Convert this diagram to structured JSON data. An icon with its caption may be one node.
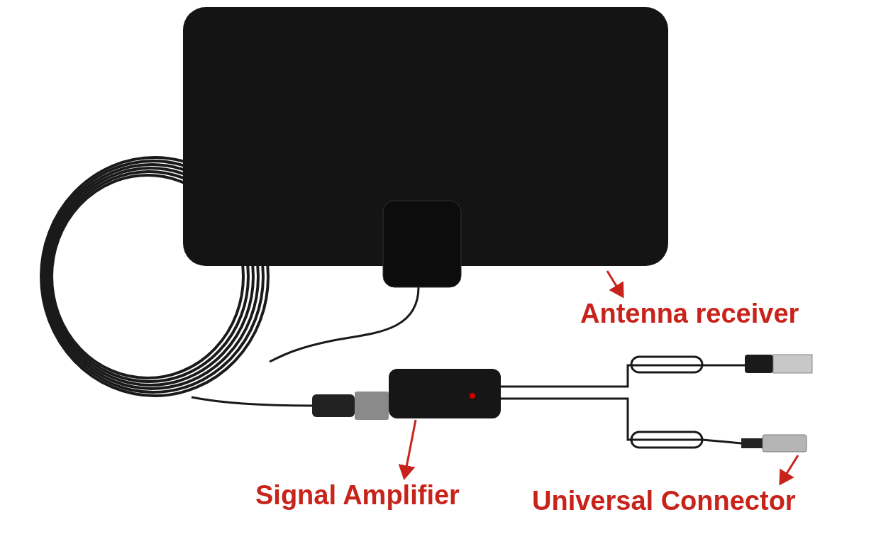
{
  "diagram": {
    "nodes": [
      {
        "text": [],
        "shape": "box"
      },
      {
        "text": [
          "Antenna receiver"
        ]
      },
      {
        "text": [],
        "shape": "box"
      },
      {
        "text": [
          "Signal Amplifier"
        ]
      },
      {
        "text": [],
        "shape": "box"
      },
      {
        "text": [
          "Universal Connector"
        ]
      }
    ],
    "edges": [
      {
        "from": 0,
        "to": 1,
        "arrow": "to"
      },
      {
        "from": 2,
        "to": 3,
        "arrow": "to"
      },
      {
        "from": 4,
        "to": 5,
        "arrow": "to"
      },
      {
        "from": 2,
        "to": 4,
        "arrow": "none",
        "color": "#1a1a1a"
      }
    ]
  }
}
